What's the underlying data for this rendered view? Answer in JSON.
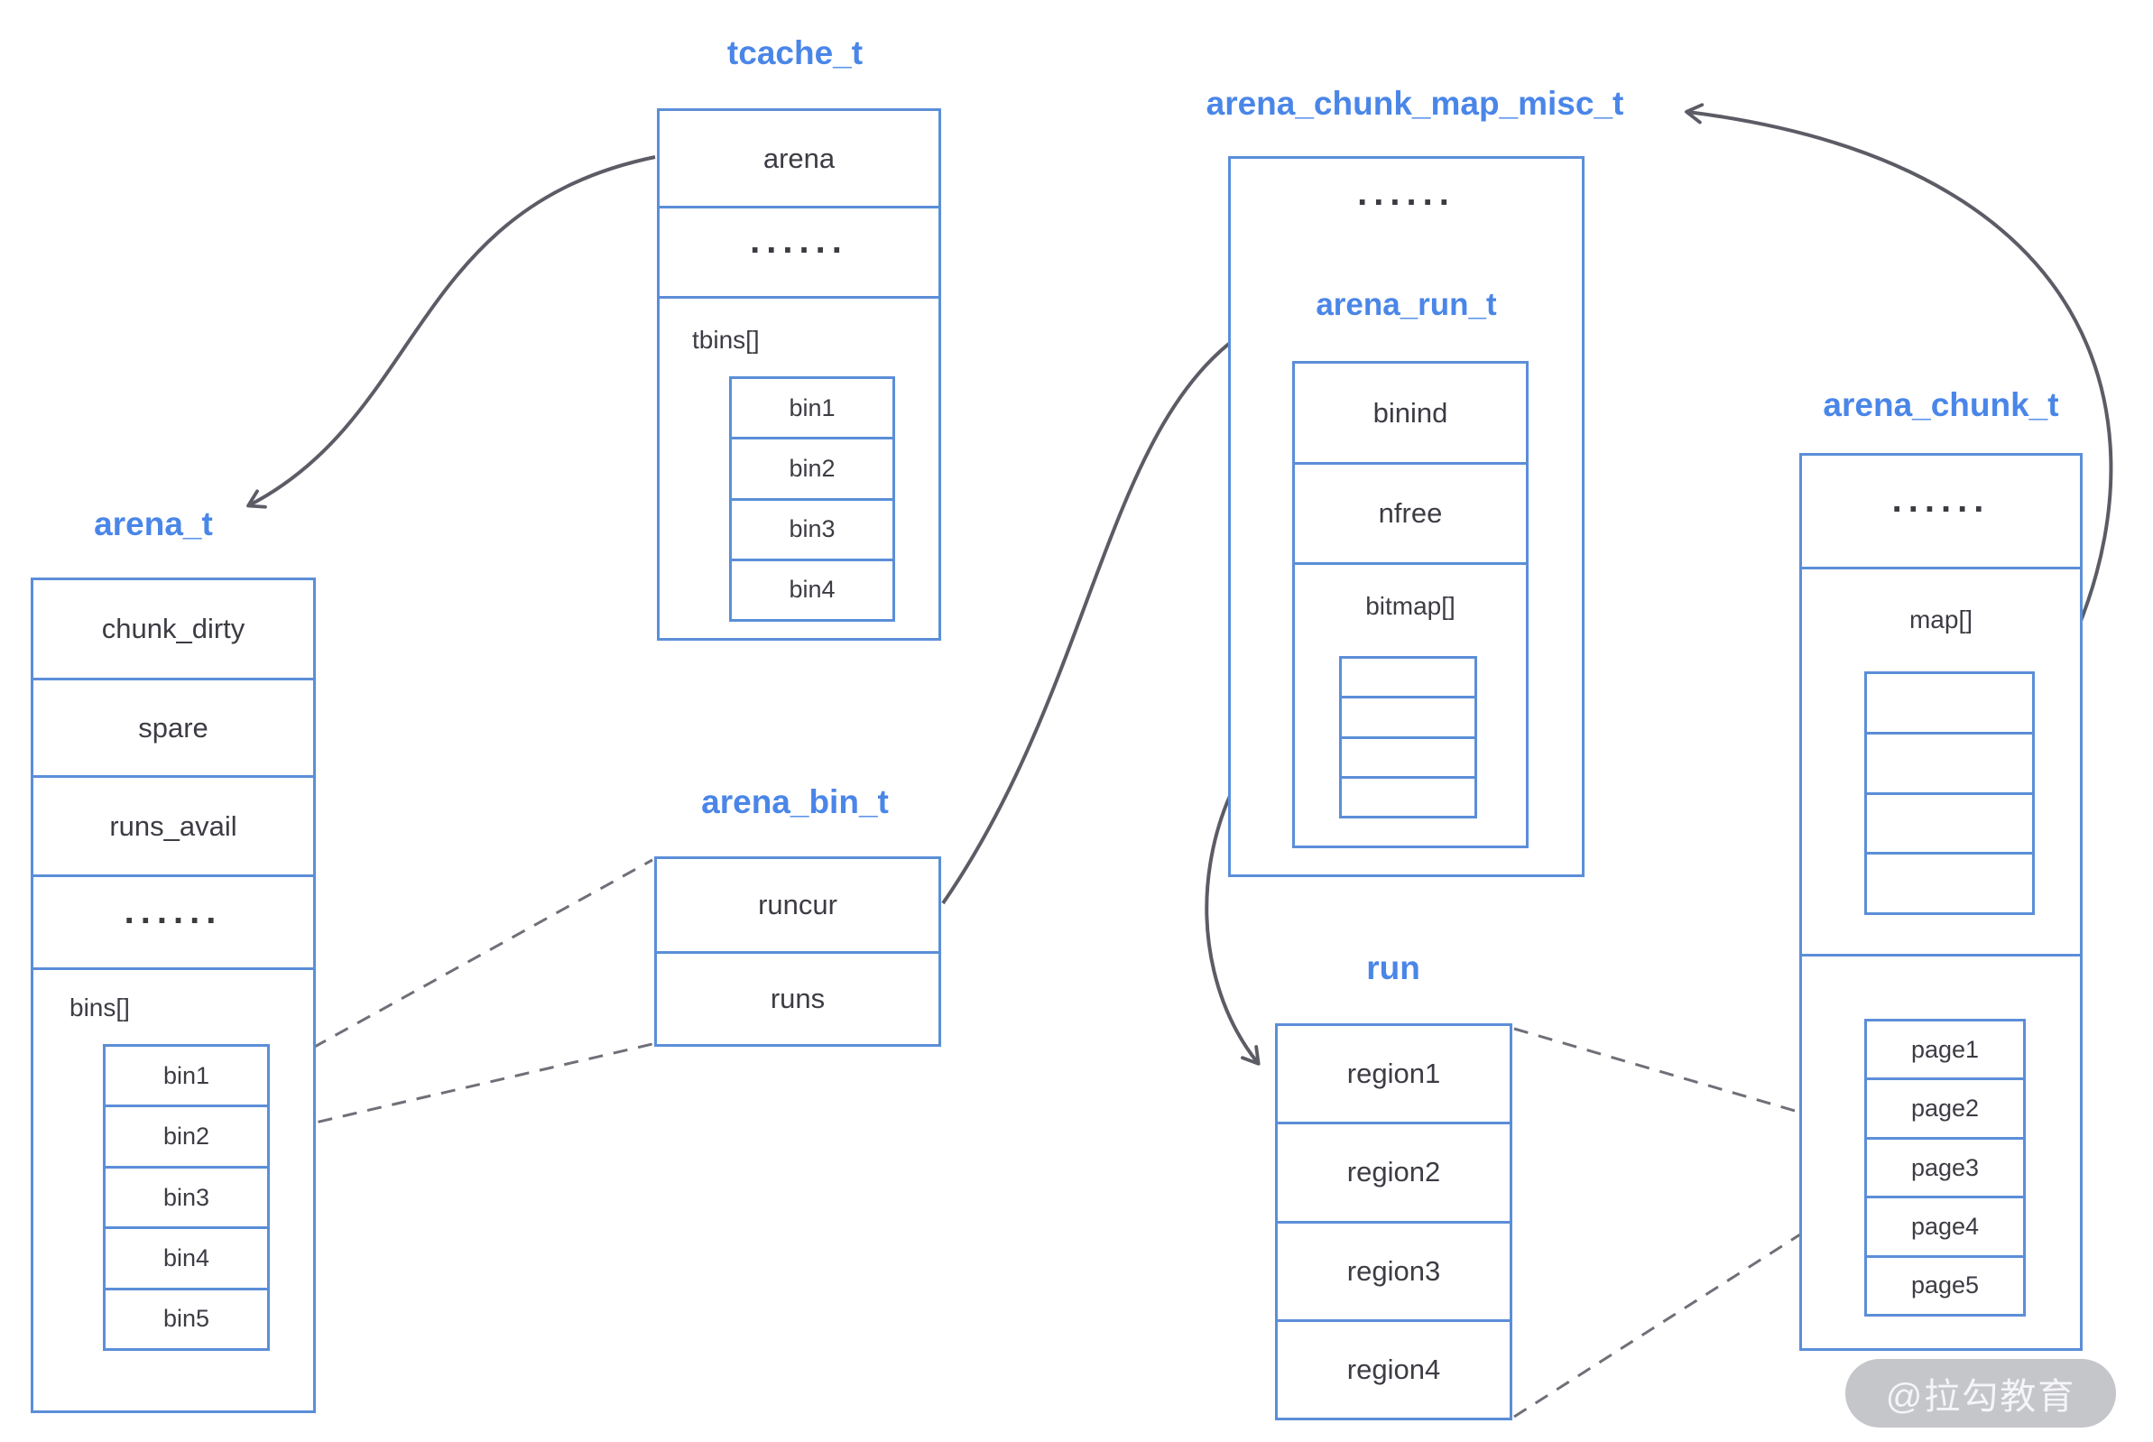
{
  "diagram": {
    "tcache": {
      "title": "tcache_t",
      "arena_field": "arena",
      "dots": "......",
      "tbins_label": "tbins[]",
      "tbins": [
        "bin1",
        "bin2",
        "bin3",
        "bin4"
      ]
    },
    "arena": {
      "title": "arena_t",
      "fields": [
        "chunk_dirty",
        "spare",
        "runs_avail"
      ],
      "dots": "......",
      "bins_label": "bins[]",
      "bins": [
        "bin1",
        "bin2",
        "bin3",
        "bin4",
        "bin5"
      ]
    },
    "arena_bin": {
      "title": "arena_bin_t",
      "fields": [
        "runcur",
        "runs"
      ]
    },
    "arena_chunk_map_misc": {
      "title": "arena_chunk_map_misc_t",
      "dots": "......",
      "arena_run": {
        "title": "arena_run_t",
        "fields": [
          "binind",
          "nfree"
        ],
        "bitmap_label": "bitmap[]"
      }
    },
    "run": {
      "title": "run",
      "regions": [
        "region1",
        "region2",
        "region3",
        "region4"
      ]
    },
    "arena_chunk": {
      "title": "arena_chunk_t",
      "dots": "......",
      "map_label": "map[]",
      "pages": [
        "page1",
        "page2",
        "page3",
        "page4",
        "page5"
      ]
    },
    "watermark": "@拉勾教育",
    "colors": {
      "box_border": "#5b8ed8",
      "title_text": "#4a86e8",
      "body_text": "#3c3c44",
      "arrow": "#5c5c66"
    }
  }
}
